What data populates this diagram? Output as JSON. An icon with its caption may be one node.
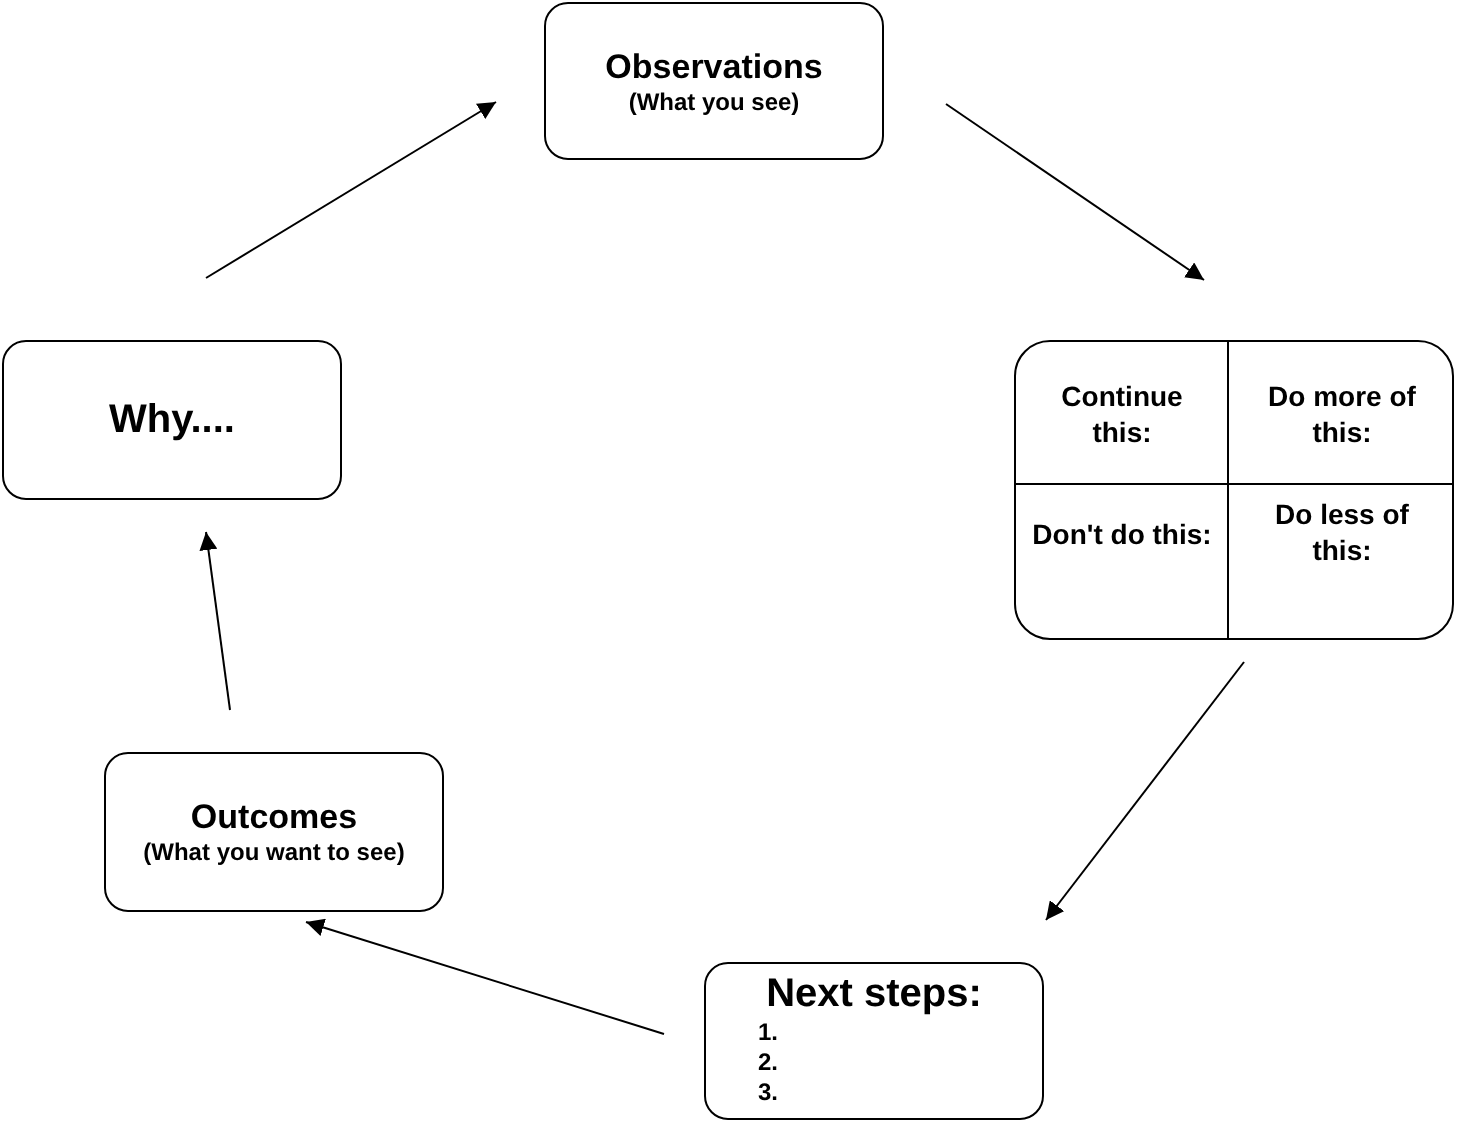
{
  "diagram": {
    "nodes": [
      {
        "text": [
          "Observations",
          "(What you see)"
        ]
      },
      {
        "text": [],
        "shape": "box"
      },
      {
        "text": [
          "Continue this:"
        ],
        "in": 1
      },
      {
        "text": [
          "Do more of this:"
        ],
        "in": 1
      },
      {
        "text": [
          "Don't do this:"
        ],
        "in": 1
      },
      {
        "text": [
          "Do less of this:"
        ],
        "in": 1
      },
      {
        "text": [
          "Next steps:",
          "1.",
          "2.",
          "3."
        ]
      },
      {
        "text": [
          "Outcomes",
          "(What you want to see)"
        ]
      },
      {
        "text": [
          "Why...."
        ]
      }
    ],
    "edges": [
      {
        "from": 0,
        "to": 1,
        "arrow": "to"
      },
      {
        "from": 1,
        "to": 6,
        "arrow": "to"
      },
      {
        "from": 6,
        "to": 7,
        "arrow": "to"
      },
      {
        "from": 7,
        "to": 8,
        "arrow": "to"
      },
      {
        "from": 8,
        "to": 0,
        "arrow": "to"
      }
    ]
  }
}
